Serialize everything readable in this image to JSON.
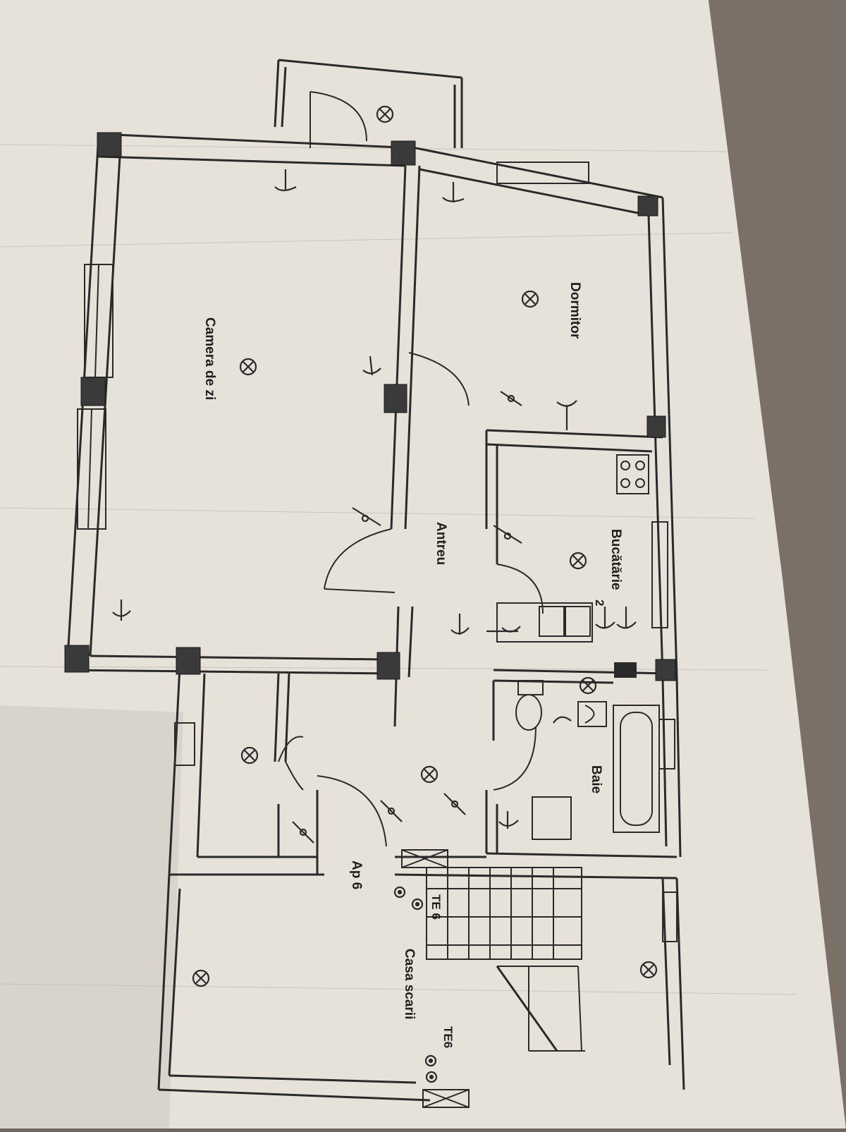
{
  "document": {
    "type": "electrical floor plan",
    "page_color": "#ebe7e0",
    "ink_color": "#2a2a2a",
    "orientation": "rotated 90 degrees clockwise"
  },
  "rooms": {
    "camera_de_zi": "Camera de zi",
    "dormitor": "Dormitor",
    "antreu": "Antreu",
    "bucatarie": "Bucătărie",
    "baie": "Baie",
    "apartment": "Ap 6",
    "casa_scarii": "Casa scarii"
  },
  "panels": {
    "te6_upper": "TE 6",
    "te6_lower": "TE6"
  },
  "annotations": {
    "kitchen_socket_count": "2"
  },
  "symbols": {
    "ceiling_light": "ceiling-light-icon",
    "switch": "switch-icon",
    "socket": "socket-icon",
    "stove": "stove-icon",
    "sink": "sink-icon",
    "toilet": "toilet-icon",
    "bathtub": "bathtub-icon",
    "distribution_board": "distribution-board-icon"
  }
}
